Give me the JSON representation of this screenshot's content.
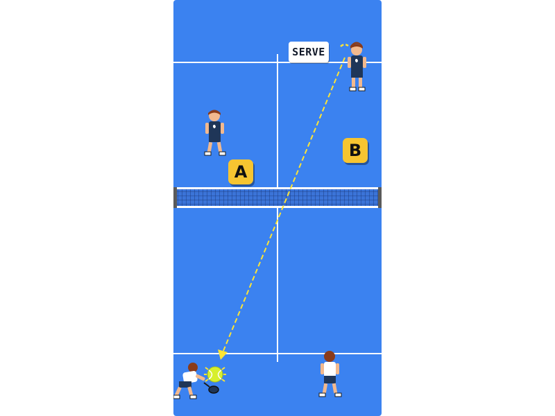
{
  "court": {
    "surface_color": "#3b82f0",
    "line_color": "#ffffff",
    "net_color": "#1f3f8a"
  },
  "labels": {
    "serve": "SERVE",
    "zone_a": "A",
    "zone_b": "B"
  },
  "ball": {
    "color": "#d7ef2e",
    "icon": "tennis-ball-icon"
  },
  "trajectory": {
    "color": "#ffe534",
    "style": "dashed-arrow"
  },
  "players": {
    "far_team_shirt": "#1f3658",
    "near_team_shirt": "#ffffff",
    "hair": "#8a3b1a"
  }
}
